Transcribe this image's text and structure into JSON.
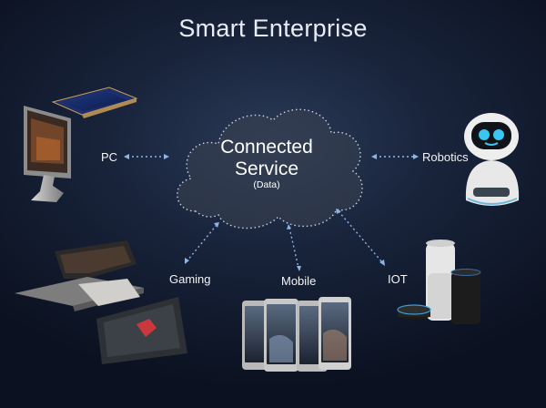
{
  "title": "Smart Enterprise",
  "center": {
    "line1": "Connected",
    "line2": "Service",
    "sub": "(Data)"
  },
  "nodes": {
    "pc": "PC",
    "robotics": "Robotics",
    "gaming": "Gaming",
    "mobile": "Mobile",
    "iot": "IOT"
  },
  "colors": {
    "background": "#18233a",
    "connector": "#8fb4e8",
    "cloud_edge": "#c9d2de"
  },
  "icons": [
    "laptop-icon",
    "all-in-one-pc-icon",
    "robot-icon",
    "gaming-laptop-icon",
    "phones-icon",
    "smart-speakers-icon",
    "cloud-icon"
  ]
}
